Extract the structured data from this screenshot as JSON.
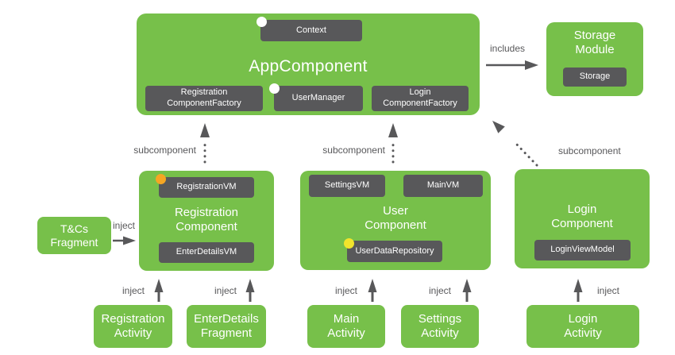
{
  "colors": {
    "green": "#77C04A",
    "chip_gray": "#58585A",
    "arrow_gray": "#58585A",
    "text_white": "#FFFFFF",
    "dot_orange": "#F5A623",
    "dot_yellow": "#F1E42C",
    "dot_white": "#FFFFFF",
    "background": "#FFFFFF"
  },
  "app_component": {
    "title": "AppComponent",
    "context_chip": "Context",
    "registration_factory_chip": "Registration\nComponentFactory",
    "user_manager_chip": "UserManager",
    "login_factory_chip": "Login\nComponentFactory"
  },
  "storage_module": {
    "title": "Storage\nModule",
    "storage_chip": "Storage"
  },
  "registration_component": {
    "title": "Registration\nComponent",
    "registration_vm_chip": "RegistrationVM",
    "enter_details_vm_chip": "EnterDetailsVM"
  },
  "user_component": {
    "title": "User\nComponent",
    "settings_vm_chip": "SettingsVM",
    "main_vm_chip": "MainVM",
    "user_data_repository_chip": "UserDataRepository"
  },
  "login_component": {
    "title": "Login\nComponent",
    "login_view_model_chip": "LoginViewModel"
  },
  "tcs_fragment": {
    "title": "T&Cs\nFragment"
  },
  "activities": {
    "registration_activity": "Registration\nActivity",
    "enter_details_fragment": "EnterDetails\nFragment",
    "main_activity": "Main\nActivity",
    "settings_activity": "Settings\nActivity",
    "login_activity": "Login\nActivity"
  },
  "labels": {
    "includes": "includes",
    "subcomponent_registration": "subcomponent",
    "subcomponent_user": "subcomponent",
    "subcomponent_login": "subcomponent",
    "inject_tcs": "inject",
    "inject_registration": "inject",
    "inject_enter_details": "inject",
    "inject_main": "inject",
    "inject_settings": "inject",
    "inject_login": "inject"
  }
}
